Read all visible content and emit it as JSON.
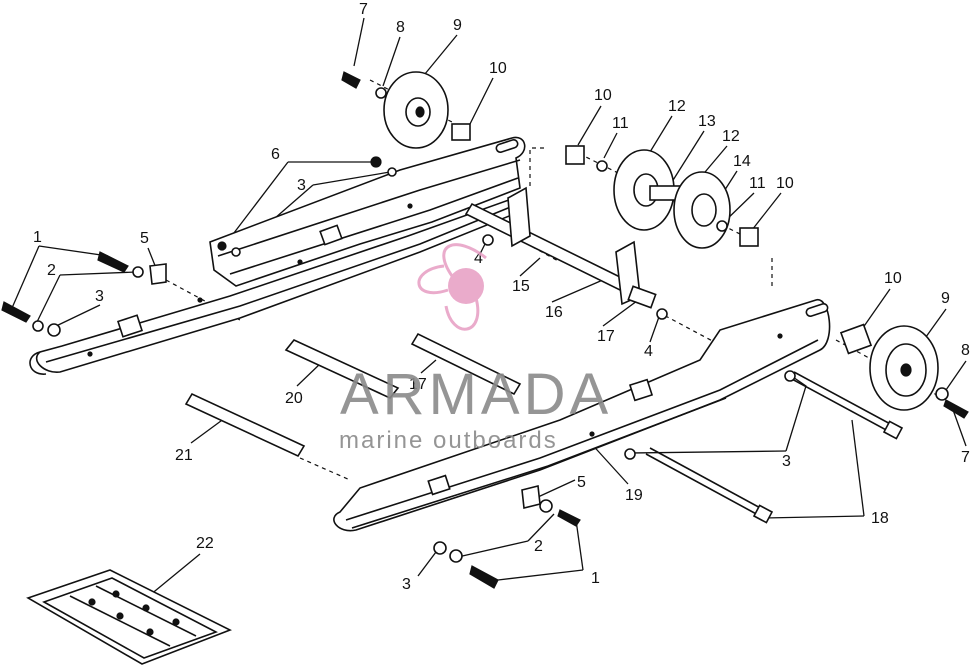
{
  "watermark": {
    "brand": "ARMADA",
    "tagline": "marine outboards",
    "colors": {
      "brand_pink": "#e8a3c6",
      "brand_gray": "#8a8a8a"
    }
  },
  "callouts": [
    {
      "id": "c7a",
      "text": "7"
    },
    {
      "id": "c8a",
      "text": "8"
    },
    {
      "id": "c9a",
      "text": "9"
    },
    {
      "id": "c10a",
      "text": "10"
    },
    {
      "id": "c10b",
      "text": "10"
    },
    {
      "id": "c11a",
      "text": "11"
    },
    {
      "id": "c12a",
      "text": "12"
    },
    {
      "id": "c13",
      "text": "13"
    },
    {
      "id": "c12b",
      "text": "12"
    },
    {
      "id": "c14",
      "text": "14"
    },
    {
      "id": "c11b",
      "text": "11"
    },
    {
      "id": "c10c",
      "text": "10"
    },
    {
      "id": "c6",
      "text": "6"
    },
    {
      "id": "c3a",
      "text": "3"
    },
    {
      "id": "c1a",
      "text": "1"
    },
    {
      "id": "c5a",
      "text": "5"
    },
    {
      "id": "c2a",
      "text": "2"
    },
    {
      "id": "c3b",
      "text": "3"
    },
    {
      "id": "c4a",
      "text": "4"
    },
    {
      "id": "c15",
      "text": "15"
    },
    {
      "id": "c16",
      "text": "16"
    },
    {
      "id": "c17a",
      "text": "17"
    },
    {
      "id": "c4b",
      "text": "4"
    },
    {
      "id": "c10d",
      "text": "10"
    },
    {
      "id": "c9b",
      "text": "9"
    },
    {
      "id": "c8b",
      "text": "8"
    },
    {
      "id": "c7b",
      "text": "7"
    },
    {
      "id": "c20",
      "text": "20"
    },
    {
      "id": "c17b",
      "text": "17"
    },
    {
      "id": "c21",
      "text": "21"
    },
    {
      "id": "c3c",
      "text": "3"
    },
    {
      "id": "c19",
      "text": "19"
    },
    {
      "id": "c18",
      "text": "18"
    },
    {
      "id": "c5b",
      "text": "5"
    },
    {
      "id": "c2b",
      "text": "2"
    },
    {
      "id": "c3d",
      "text": "3"
    },
    {
      "id": "c1b",
      "text": "1"
    },
    {
      "id": "c22",
      "text": "22"
    }
  ]
}
